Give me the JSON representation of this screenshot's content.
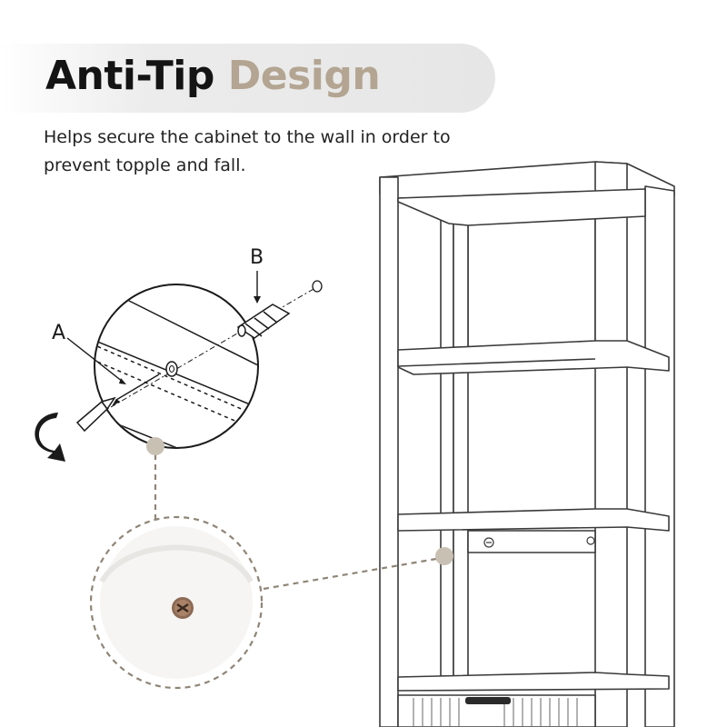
{
  "heading": {
    "word1": "Anti-Tip",
    "word2": "Design"
  },
  "subtitle": "Helps secure the cabinet to the wall in order to prevent topple and fall.",
  "labels": {
    "a": "A",
    "b": "B"
  },
  "colors": {
    "accent": "#b3a592",
    "dot": "#c9c0b4",
    "dash": "#8f8577",
    "ink": "#1a1a1a"
  }
}
